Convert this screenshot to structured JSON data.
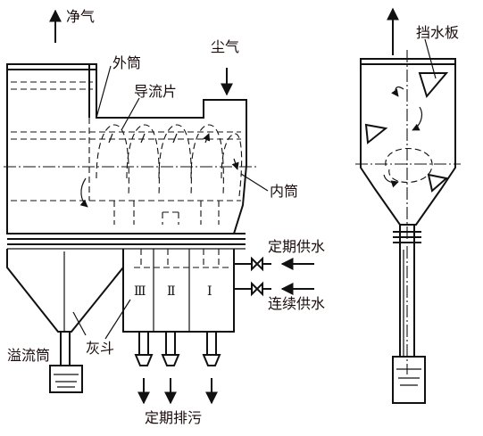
{
  "labels": {
    "clean_gas": "净气",
    "outer_cylinder": "外筒",
    "dust_gas": "尘气",
    "guide_vane": "导流片",
    "inner_cylinder": "内筒",
    "periodic_water": "定期供水",
    "continuous_water": "连续供水",
    "overflow_cylinder": "溢流筒",
    "ash_hopper": "灰斗",
    "periodic_drain": "定期排污",
    "water_baffle": "挡水板"
  },
  "hopper_numbers": [
    "Ⅲ",
    "Ⅱ",
    "Ⅰ"
  ]
}
